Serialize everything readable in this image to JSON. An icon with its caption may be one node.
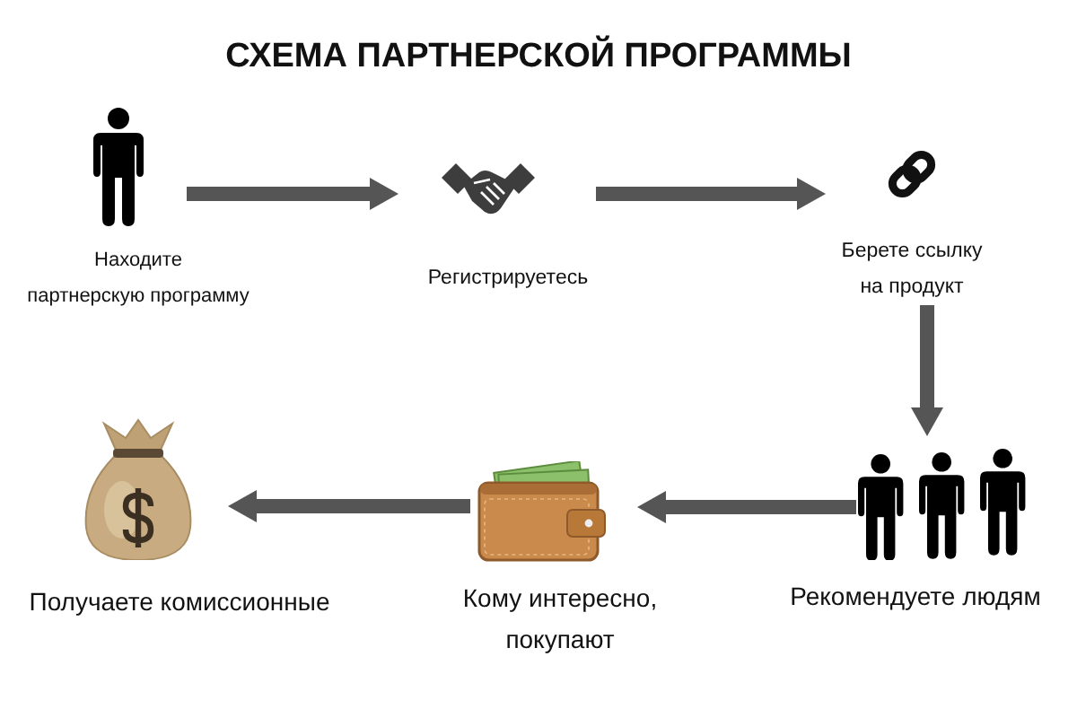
{
  "diagram": {
    "title": "СХЕМА ПАРТНЕРСКОЙ ПРОГРАММЫ",
    "nodes": [
      {
        "text": [],
        "shape": "person",
        "beside": [
          "Находите партнерскую программу"
        ]
      },
      {
        "text": [],
        "shape": "picture",
        "beside": [
          "Регистрируетесь"
        ]
      },
      {
        "text": [],
        "shape": "picture",
        "beside": [
          "Берете ссылку на продукт"
        ]
      },
      {
        "text": [],
        "shape": "picture",
        "beside": [
          "Рекомендуете людям"
        ]
      },
      {
        "text": [],
        "shape": "picture",
        "beside": [
          "Кому интересно, покупают"
        ]
      },
      {
        "text": [],
        "shape": "picture",
        "beside": [
          "Получаете комиссионные"
        ]
      }
    ],
    "edges": [
      {
        "from": 0,
        "to": 1,
        "arrow": "to"
      },
      {
        "from": 1,
        "to": 2,
        "arrow": "to"
      },
      {
        "from": 2,
        "to": 3,
        "arrow": "to"
      },
      {
        "from": 3,
        "to": 4,
        "arrow": "to"
      },
      {
        "from": 4,
        "to": 5,
        "arrow": "to"
      }
    ]
  }
}
